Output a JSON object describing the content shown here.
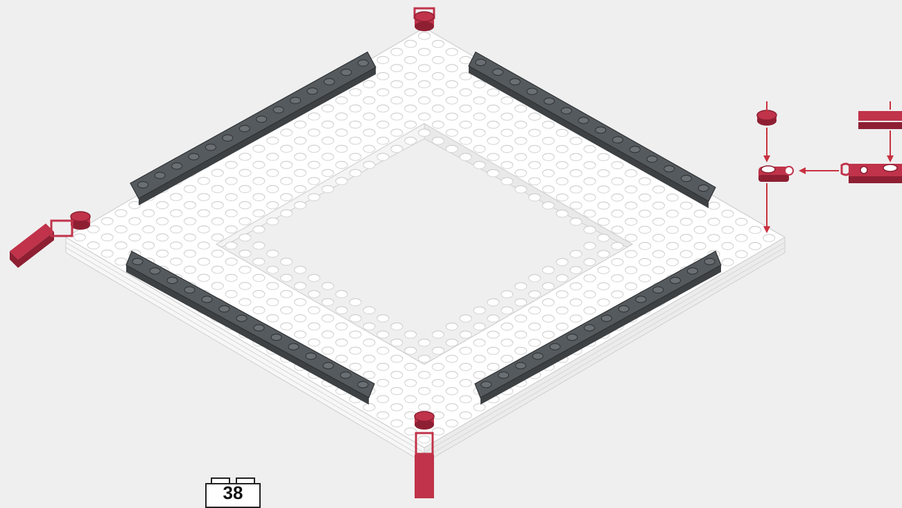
{
  "build_step": {
    "page_number": "38"
  },
  "colors": {
    "background": "#efefef",
    "white_brick": "#ffffff",
    "brick_outline": "#cfcfcf",
    "dark_tile": "#555a5e",
    "dark_tile_shade": "#3d4144",
    "accent_red": "#c0334a",
    "accent_red_dark": "#8e1f33",
    "arrow": "#c8313f"
  },
  "parts": {
    "frame_color": "white",
    "tile_color": "dark-bluish-gray",
    "connector_color": "dark-red"
  }
}
